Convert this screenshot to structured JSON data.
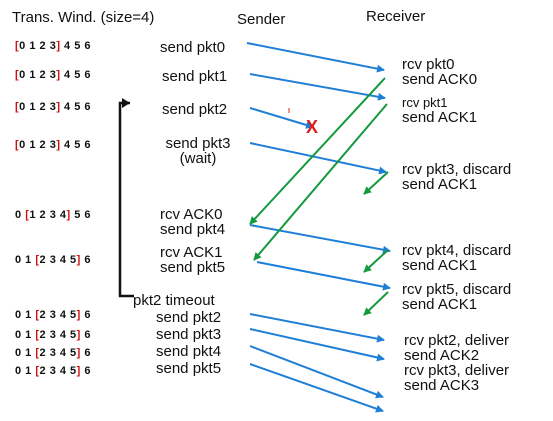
{
  "headers": {
    "window": "Trans. Wind. (size=4)",
    "sender": "Sender",
    "receiver": "Receiver"
  },
  "windows": [
    {
      "pre": "",
      "open": "[",
      "inside": "0 1 2 3",
      "close": "]",
      "post": " 4 5 6"
    },
    {
      "pre": "",
      "open": "[",
      "inside": "0 1 2 3",
      "close": "]",
      "post": " 4 5 6"
    },
    {
      "pre": "",
      "open": "[",
      "inside": "0 1 2 3",
      "close": "]",
      "post": " 4 5 6"
    },
    {
      "pre": "",
      "open": "[",
      "inside": "0 1 2 3",
      "close": "]",
      "post": " 4 5 6"
    },
    {
      "pre": "0 ",
      "open": "[",
      "inside": "1 2 3 4",
      "close": "]",
      "post": " 5 6"
    },
    {
      "pre": "0 1 ",
      "open": "[",
      "inside": "2 3 4 5",
      "close": "]",
      "post": " 6"
    },
    {
      "pre": "0 1 ",
      "open": "[",
      "inside": "2 3 4 5",
      "close": "]",
      "post": " 6"
    },
    {
      "pre": "0 1 ",
      "open": "[",
      "inside": "2 3 4 5",
      "close": "]",
      "post": " 6"
    },
    {
      "pre": "0 1 ",
      "open": "[",
      "inside": "2 3 4 5",
      "close": "]",
      "post": " 6"
    },
    {
      "pre": "0 1 ",
      "open": "[",
      "inside": "2 3 4 5",
      "close": "]",
      "post": " 6"
    }
  ],
  "sender_events": [
    {
      "line1": "send pkt0"
    },
    {
      "line1": "send pkt1"
    },
    {
      "line1": "send pkt2"
    },
    {
      "line1": "send pkt3",
      "line2": "(wait)"
    },
    {
      "line1": "rcv ACK0",
      "line2": "send pkt4"
    },
    {
      "line1": "rcv ACK1",
      "line2": "send pkt5"
    },
    {
      "line1": "pkt2 timeout"
    },
    {
      "line1": "send pkt2"
    },
    {
      "line1": "send pkt3"
    },
    {
      "line1": "send pkt4"
    },
    {
      "line1": "send pkt5"
    }
  ],
  "receiver_events": [
    {
      "line1": "rcv pkt0",
      "line2": "send ACK0"
    },
    {
      "line1": "rcv pkt1",
      "line2": "send ACK1"
    },
    {
      "line1": "rcv pkt3, discard",
      "line2": "send ACK1"
    },
    {
      "line1": "rcv pkt4, discard",
      "line2": "send ACK1"
    },
    {
      "line1": "rcv pkt5, discard",
      "line2": "send ACK1"
    },
    {
      "line1": "rcv pkt2, deliver",
      "line2": "send ACK2"
    },
    {
      "line1": "rcv pkt3, deliver",
      "line2": "send ACK3"
    }
  ],
  "loss_marker": "X",
  "colors": {
    "data_arrow": "#1f7fd6",
    "ack_arrow": "#139a3c",
    "window_bracket": "#cc1111",
    "loss_marker": "#d82020",
    "text": "#111111"
  }
}
